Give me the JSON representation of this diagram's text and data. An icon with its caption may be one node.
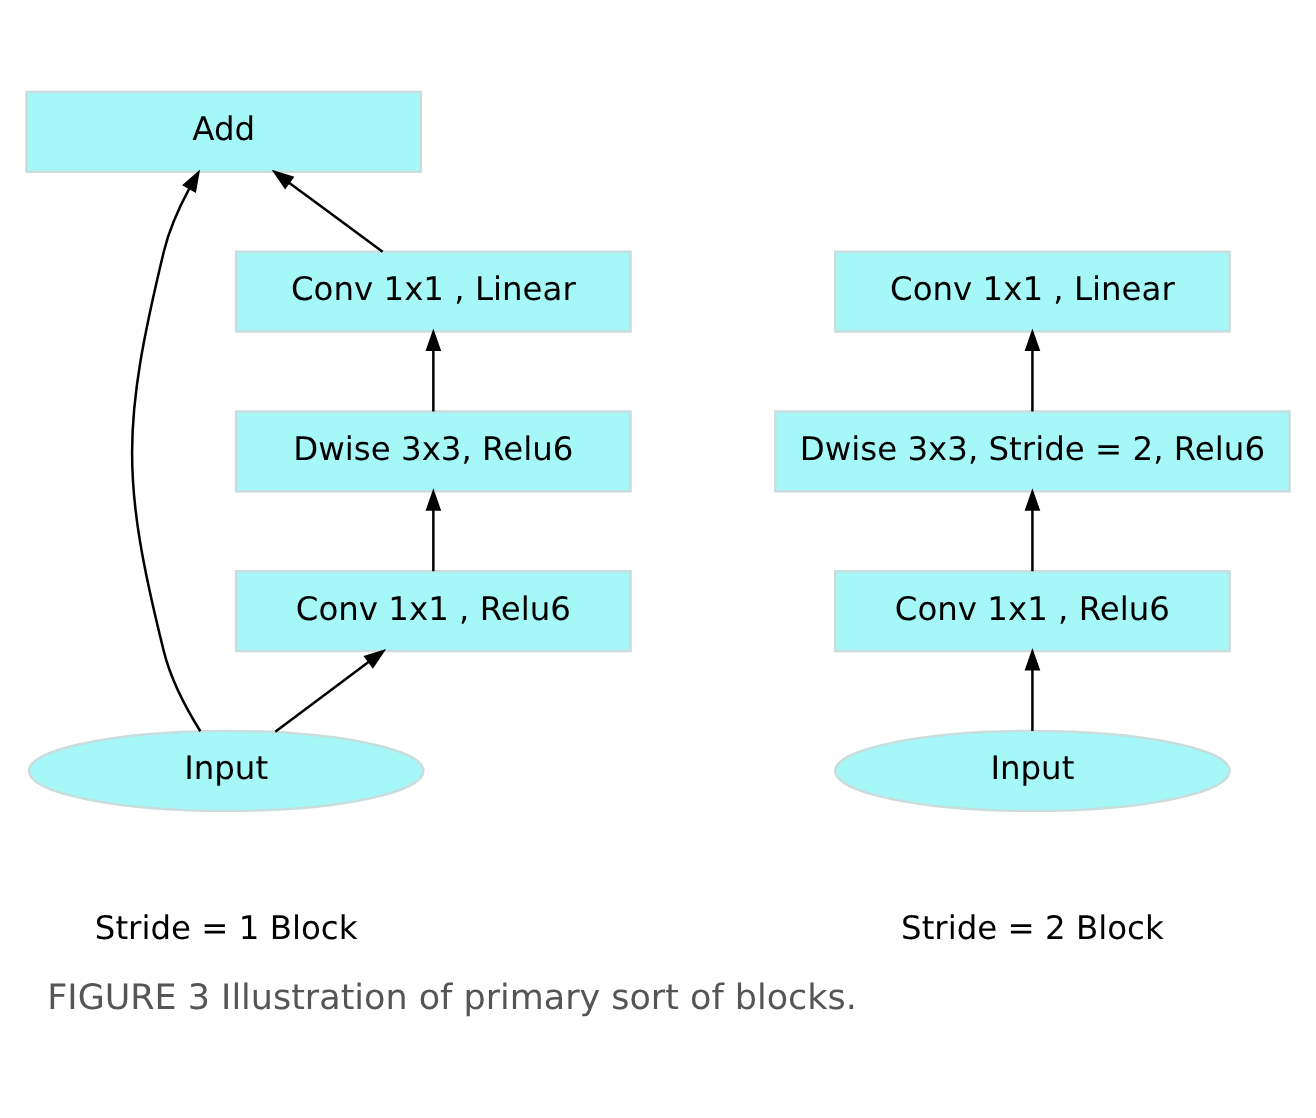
{
  "diagram": {
    "caption": "FIGURE 3 Illustration of primary sort of blocks.",
    "nodes": [
      {
        "text": [
          "Add"
        ]
      },
      {
        "text": [
          "Conv 1x1 , Linear"
        ]
      },
      {
        "text": [
          "Dwise 3x3, Relu6"
        ]
      },
      {
        "text": [
          "Conv 1x1 , Relu6"
        ]
      },
      {
        "text": [
          "Input"
        ]
      },
      {
        "text": [
          "Conv 1x1 , Linear"
        ]
      },
      {
        "text": [
          "Dwise 3x3, Stride = 2, Relu6"
        ]
      },
      {
        "text": [
          "Conv 1x1 , Relu6"
        ]
      },
      {
        "text": [
          "Input"
        ]
      }
    ],
    "edges": [
      {
        "from": 4,
        "to": 3,
        "arrow": "to"
      },
      {
        "from": 3,
        "to": 2,
        "arrow": "to"
      },
      {
        "from": 2,
        "to": 1,
        "arrow": "to"
      },
      {
        "from": 1,
        "to": 0,
        "arrow": "to"
      },
      {
        "from": 4,
        "to": 0,
        "arrow": "to"
      },
      {
        "from": 8,
        "to": 7,
        "arrow": "to"
      },
      {
        "from": 7,
        "to": 6,
        "arrow": "to"
      },
      {
        "from": 6,
        "to": 5,
        "arrow": "to"
      }
    ],
    "labels": [
      "Stride = 1 Block",
      "Stride = 2 Block"
    ]
  }
}
